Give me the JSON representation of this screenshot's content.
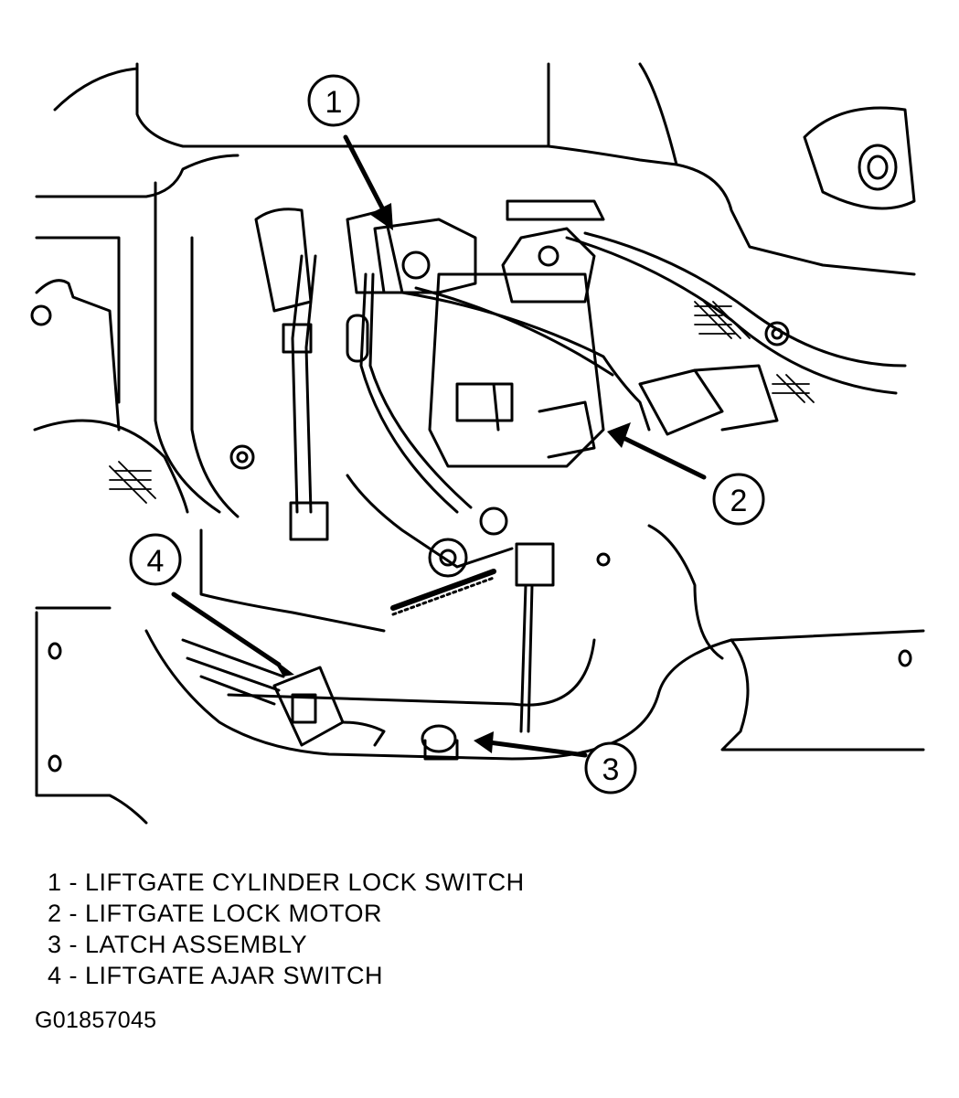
{
  "callouts": [
    {
      "number": "1"
    },
    {
      "number": "2"
    },
    {
      "number": "3"
    },
    {
      "number": "4"
    }
  ],
  "legend": [
    {
      "text": "1 - LIFTGATE CYLINDER LOCK SWITCH"
    },
    {
      "text": "2 - LIFTGATE LOCK MOTOR"
    },
    {
      "text": "3 - LATCH ASSEMBLY"
    },
    {
      "text": "4 - LIFTGATE AJAR SWITCH"
    }
  ],
  "figure_id": "G01857045",
  "colors": {
    "ink": "#000000",
    "paper": "#ffffff"
  }
}
